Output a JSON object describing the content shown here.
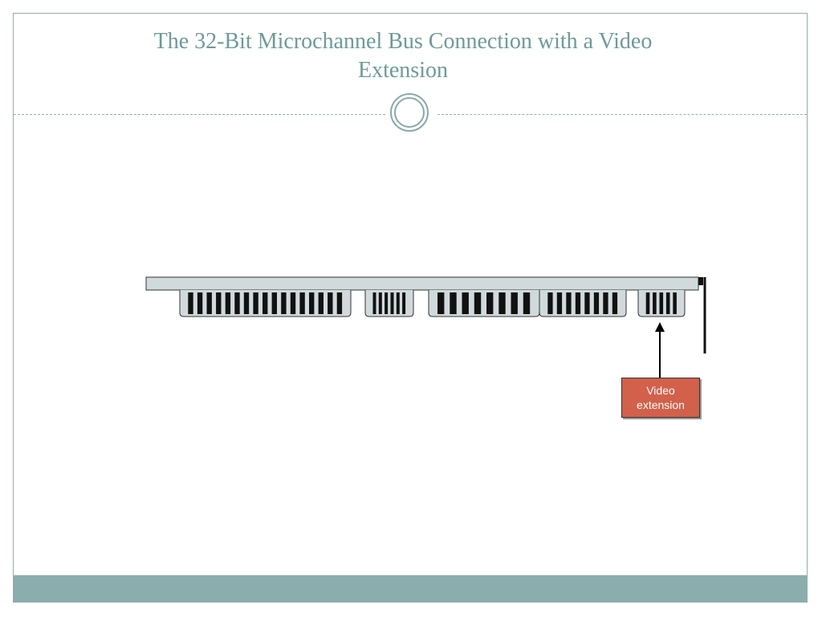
{
  "slide": {
    "title_line1": "The 32-Bit Microchannel Bus Connection with a Video",
    "title_line2": "Extension"
  },
  "diagram": {
    "callout_line1": "Video",
    "callout_line2": "extension",
    "connector_segments": [
      {
        "name": "segment-1",
        "pins": 17
      },
      {
        "name": "segment-2",
        "pins": 6
      },
      {
        "name": "segment-3",
        "pins": 8
      },
      {
        "name": "segment-4",
        "pins": 8
      },
      {
        "name": "video-extension-segment",
        "pins": 5
      }
    ]
  },
  "colors": {
    "title": "#6d9a9a",
    "accent_bar": "#8cadad",
    "callout_fill": "#d2604a",
    "card_fill": "#d0dadb"
  }
}
